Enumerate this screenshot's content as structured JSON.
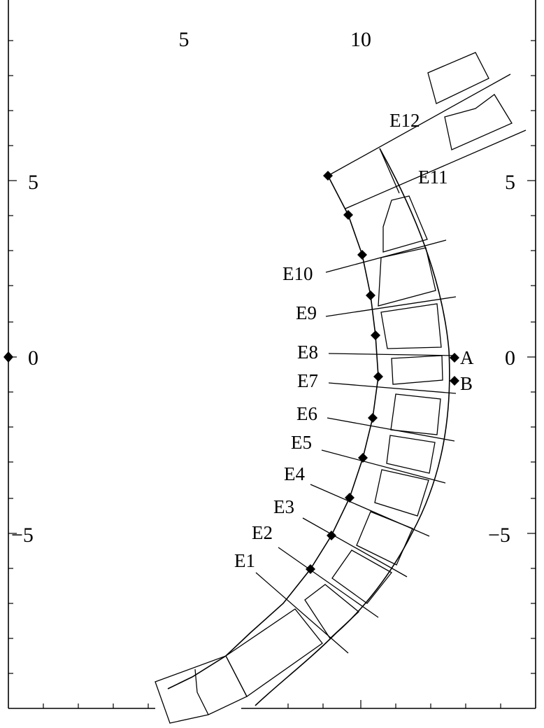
{
  "axis": {
    "top_ticks": [
      "5",
      "10"
    ],
    "left_ticks": [
      "5",
      "0",
      "−5"
    ],
    "right_ticks": [
      "5",
      "0",
      "−5"
    ]
  },
  "electrodes": [
    "E1",
    "E2",
    "E3",
    "E4",
    "E5",
    "E6",
    "E7",
    "E8",
    "E9",
    "E10",
    "E11",
    "E12"
  ],
  "points": [
    "A",
    "B"
  ]
}
